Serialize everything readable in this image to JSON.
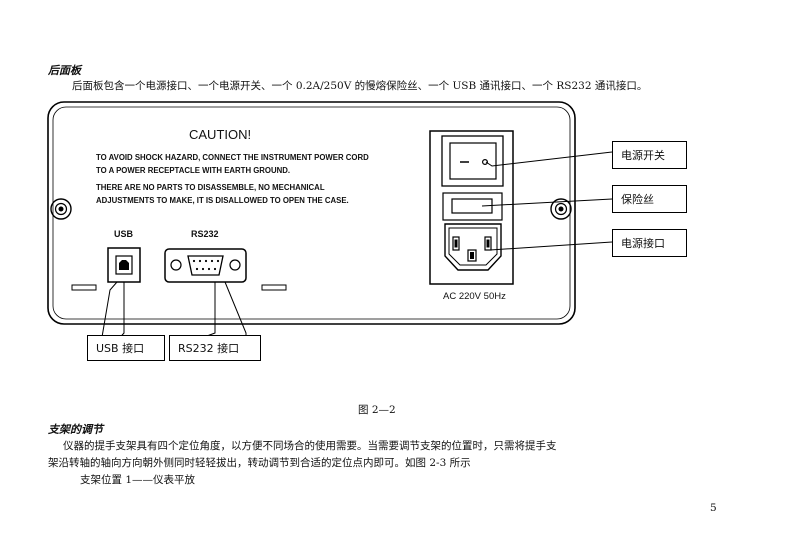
{
  "section1": {
    "title": "后面板",
    "intro": "后面板包含一个电源接口、一个电源开关、一个 0.2A/250V 的慢熔保险丝、一个 USB 通讯接口、一个 RS232 通讯接口。"
  },
  "panel": {
    "caution_title": "CAUTION!",
    "caution_lines": [
      "TO AVOID SHOCK HAZARD, CONNECT THE INSTRUMENT POWER CORD",
      "TO A POWER RECEPTACLE WITH EARTH GROUND.",
      "THERE ARE NO PARTS TO DISASSEMBLE, NO MECHANICAL",
      "ADJUSTMENTS TO MAKE, IT IS  DISALLOWED TO  OPEN THE CASE."
    ],
    "usb_label": "USB",
    "rs232_label": "RS232",
    "power_rating": "AC 220V  50Hz"
  },
  "callouts": {
    "power_switch": "电源开关",
    "fuse": "保险丝",
    "power_socket": "电源接口",
    "usb_port": "USB 接口",
    "rs232_port": "RS232 接口"
  },
  "figure_caption": "图 2—2",
  "section2": {
    "title": "支架的调节",
    "para_line1": "仪器的提手支架具有四个定位角度，以方便不同场合的使用需要。当需要调节支架的位置时，只需将提手支",
    "para_line2": "架沿转轴的轴向方向朝外侧同时轻轻拔出，转动调节到合适的定位点内即可。如图 2-3 所示",
    "position1": "支架位置 1——仪表平放"
  },
  "page_number": "5"
}
